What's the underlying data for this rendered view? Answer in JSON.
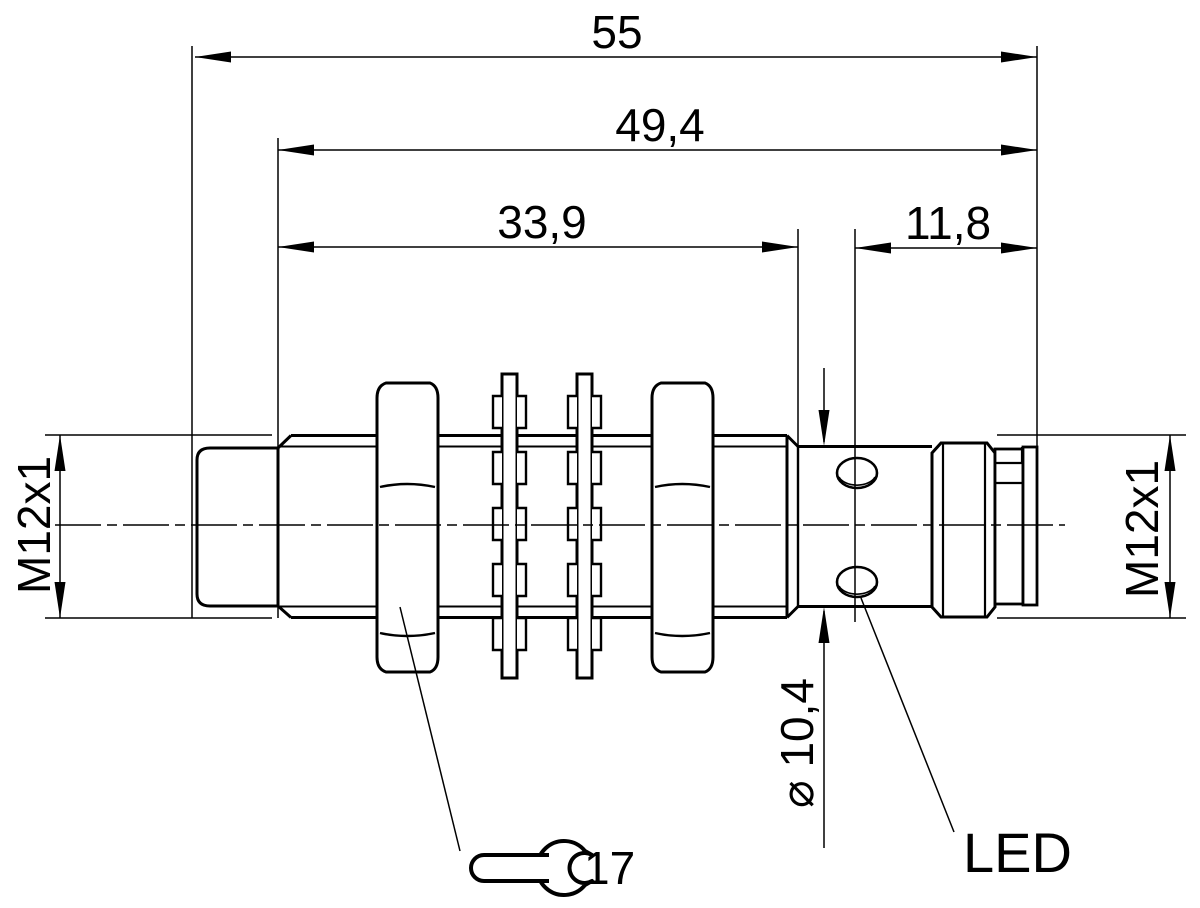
{
  "dimensions": {
    "overall_length": "55",
    "body_length": "49,4",
    "thread_length": "33,9",
    "rear_section_length": "11,8",
    "housing_diameter": "⌀ 10,4",
    "front_thread": "M12x1",
    "connector_thread": "M12x1",
    "wrench_size": "17"
  },
  "labels": {
    "led": "LED"
  },
  "colors": {
    "line": "#000000",
    "background": "#ffffff"
  }
}
